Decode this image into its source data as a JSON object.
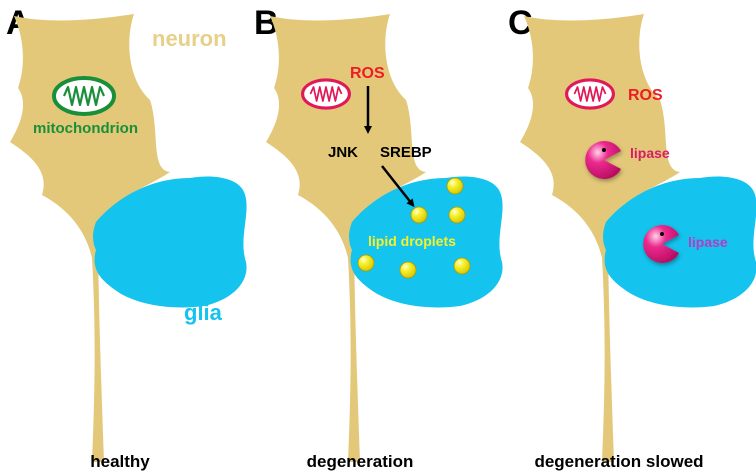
{
  "colors": {
    "neuron": "#e2c878",
    "glia": "#14c3ee",
    "mito_green": "#1a8f3a",
    "mito_red": "#e0195a",
    "ros": "#ee1c24",
    "droplet": "#f6f12a",
    "lipase": "#e8208a",
    "lipase_text_neuron": "#d81b6a",
    "lipase_text_glia": "#b43cc4",
    "neuron_label": "#e6d08a",
    "black": "#000000"
  },
  "panels": [
    {
      "letter": "A",
      "neuron_label": "neuron",
      "mito_label": "mitochondrion",
      "glia_label": "glia",
      "caption": "healthy"
    },
    {
      "letter": "B",
      "ros_label": "ROS",
      "jnk_label": "JNK",
      "srebp_label": "SREBP",
      "droplets_label": "lipid droplets",
      "caption": "degeneration"
    },
    {
      "letter": "C",
      "ros_label": "ROS",
      "lipase_neuron_label": "lipase",
      "lipase_glia_label": "lipase",
      "caption": "degeneration slowed"
    }
  ]
}
